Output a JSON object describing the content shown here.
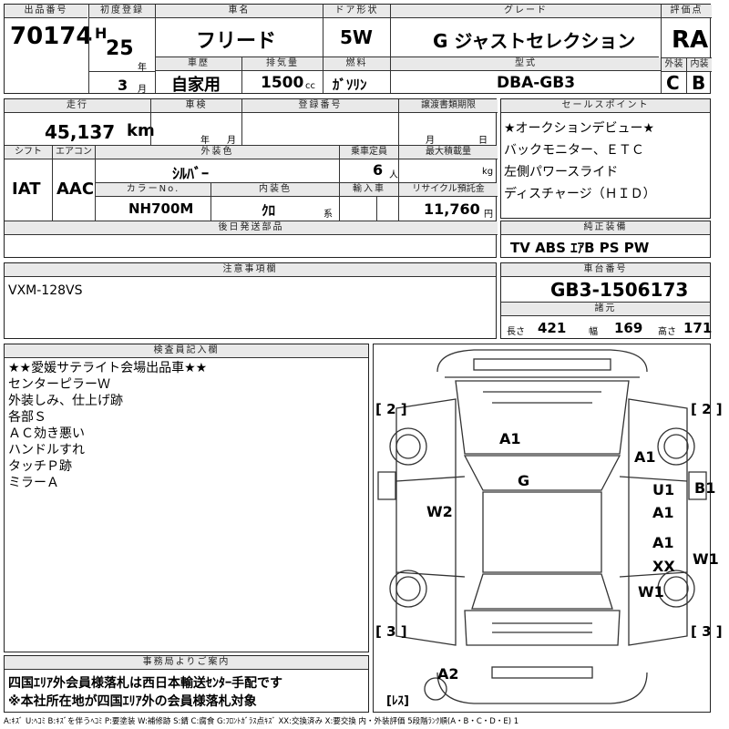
{
  "header": {
    "lot_label": "出品番号",
    "lot": "70174",
    "reg_label": "初度登録",
    "era": "H",
    "year": "25",
    "year_unit": "年",
    "month": "3",
    "month_unit": "月",
    "car_name_label": "車名",
    "car_name": "フリード",
    "door_label": "ドア形状",
    "door": "5W",
    "grade_label": "グレード",
    "grade": "G ジャストセレクション",
    "score_label": "評価点",
    "score": "RA",
    "history_label": "車歴",
    "history": "自家用",
    "disp_label": "排気量",
    "disp": "1500",
    "disp_unit": "cc",
    "fuel_label": "燃料",
    "fuel": "ｶﾞｿﾘﾝ",
    "model_label": "型式",
    "model": "DBA-GB3",
    "ext_label": "外装",
    "ext": "C",
    "int_label": "内装",
    "int": "B"
  },
  "row2": {
    "mileage_label": "走行",
    "mileage": "45,137",
    "km": "km",
    "inspect_label": "車検",
    "year_unit": "年",
    "month_unit": "月",
    "regno_label": "登録番号",
    "transfer_label": "譲渡書類期限",
    "transfer_month": "月",
    "transfer_day": "日",
    "shift_label": "シフト",
    "shift": "IAT",
    "ac_label": "エアコン",
    "ac": "AAC",
    "color_label": "外装色",
    "color": "ｼﾙﾊﾞｰ",
    "seats_label": "乗車定員",
    "seats": "6",
    "seats_unit": "人",
    "load_label": "最大積載量",
    "load_unit": "kg",
    "color_no_label": "カラーNo.",
    "color_no": "NH700M",
    "int_color_label": "内装色",
    "int_color": "ｸﾛ",
    "int_color_unit": "系",
    "import_label": "輸入車",
    "recycle_label": "リサイクル預託金",
    "recycle": "11,760",
    "recycle_unit": "円",
    "later_label": "後日発送部品"
  },
  "sales": {
    "label": "セールスポイント",
    "lines": [
      "★オークションデビュー★",
      "バックモニター、ＥＴＣ",
      "左側パワースライド",
      "ディスチャージ（ＨＩＤ）"
    ]
  },
  "equip": {
    "label": "純正装備",
    "value": "TV ABS ｴｱB PS PW"
  },
  "caution": {
    "label": "注意事項欄",
    "value": "VXM-128VS"
  },
  "chassis": {
    "label": "車台番号",
    "value": "GB3-1506173"
  },
  "dims": {
    "label": "諸元",
    "len_label": "長さ",
    "len": "421",
    "width_label": "幅",
    "width": "169",
    "height_label": "高さ",
    "height": "171"
  },
  "inspector": {
    "label": "検査員記入欄",
    "lines": [
      "★★愛媛サテライト会場出品車★★",
      "センターピラーＷ",
      "外装しみ、仕上げ跡",
      "各部Ｓ",
      "ＡＣ効き悪い",
      "ハンドルすれ",
      "タッチＰ跡",
      "ミラーＡ"
    ]
  },
  "office": {
    "label": "事務局よりご案内",
    "lines": [
      "四国ｴﾘｱ外会員様落札は西日本輸送ｾﾝﾀｰ手配です",
      "※本社所在地が四国ｴﾘｱ外の会員様落札対象"
    ]
  },
  "map": {
    "tire_fl": "[ 2 ]",
    "tire_fr": "[ 2 ]",
    "tire_rl": "[ 3 ]",
    "tire_rr": "[ 3 ]",
    "a1_hood": "A1",
    "a1_fender": "A1",
    "g": "G",
    "w2": "W2",
    "u1": "U1",
    "b1": "B1",
    "a1_door": "A1",
    "a1_door2": "A1",
    "xx": "XX",
    "w1_a": "W1",
    "w1_b": "W1",
    "a2": "A2",
    "les": "[ﾚｽ]"
  },
  "legend": "A:ｷｽﾞ U:ﾍｺﾐ B:ｷｽﾞを伴うﾍｺﾐ P:要塗装 W:補修跡 S:錆 C:腐食 G:ﾌﾛﾝﾄｶﾞﾗｽ点ｷｽﾞ XX:交換済み X:要交換 内・外装評価 5段階ﾗﾝｸ順(A・B・C・D・E) 1"
}
